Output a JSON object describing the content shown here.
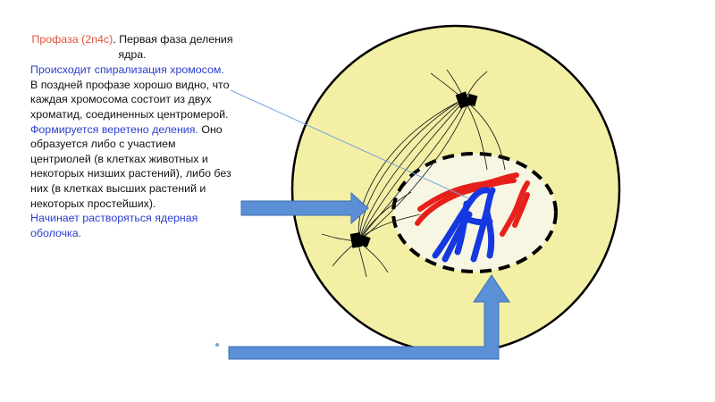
{
  "slide": {
    "title_term": "Профаза",
    "title_formula": "(2n4c)",
    "title_rest": "Первая фаза деления ядра.",
    "p1_highlight": "Происходит спирализация хромосом.",
    "p1_rest": "В поздней профазе хорошо видно, что каждая хромосома состоит из двух хроматид, соединенных центромерой.",
    "p2_highlight": "Формируется веретено деления.",
    "p2_rest": "Оно образуется либо с участием центриолей (в клетках животных и некоторых низших растений), либо без них (в клетках высших растений и некоторых простейших).",
    "p3_highlight": "Начинает растворяться ядерная оболочка."
  },
  "colors": {
    "cytoplasm": "#f3f0a6",
    "nucleus": "#f7f6e2",
    "arrow": "#5b8fd6",
    "chromosome_red": "#e8201c",
    "chromosome_blue": "#1538e0"
  }
}
